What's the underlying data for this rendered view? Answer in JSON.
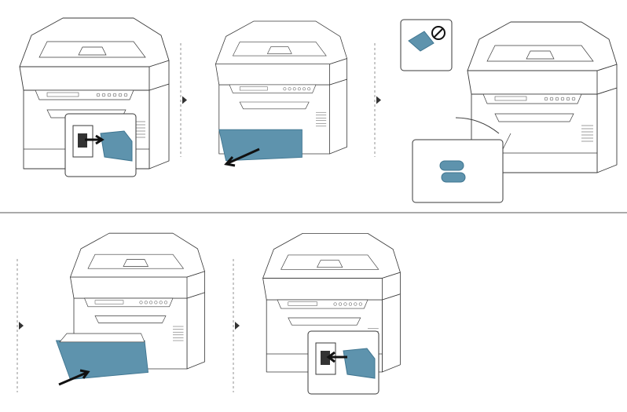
{
  "figure": {
    "steps_top": [
      "unplug-power-cord",
      "pull-out-tray",
      "clean-pickup-roller"
    ],
    "steps_bottom": [
      "insert-tray",
      "plug-in-power-cord"
    ],
    "warning_icon": "no-liquid-icon",
    "colors": {
      "line": "#3a3a3a",
      "tray_blue": "#5e93ad",
      "tray_blue_dark": "#3f7590",
      "divider": "#555555",
      "step_arrow": "#333333"
    }
  }
}
